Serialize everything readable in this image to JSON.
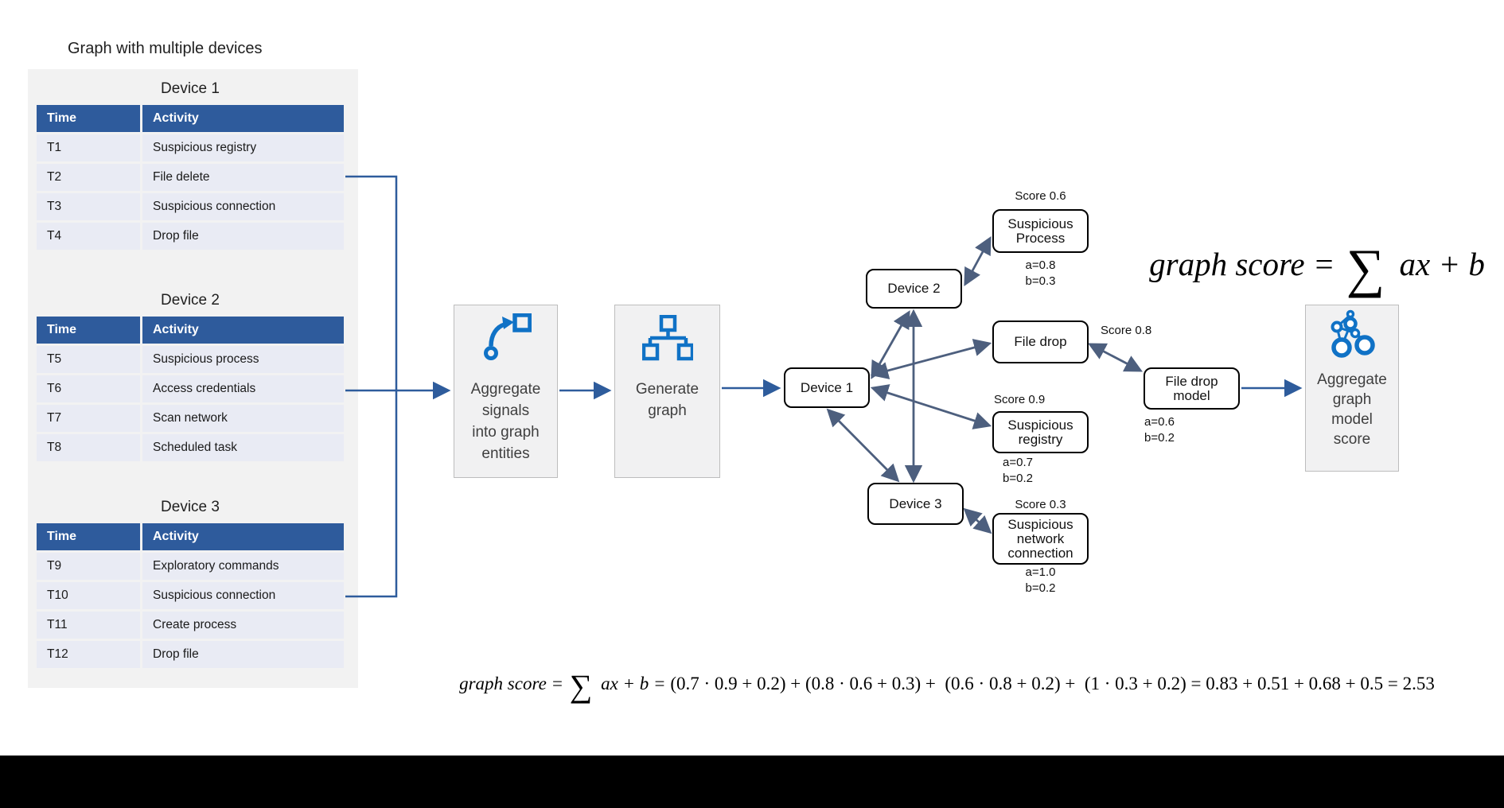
{
  "title": "Graph with multiple devices",
  "tables": [
    {
      "device": "Device 1",
      "col_time": "Time",
      "col_activity": "Activity",
      "rows": [
        {
          "time": "T1",
          "activity": "Suspicious registry"
        },
        {
          "time": "T2",
          "activity": "File delete"
        },
        {
          "time": "T3",
          "activity": "Suspicious connection"
        },
        {
          "time": "T4",
          "activity": "Drop file"
        }
      ]
    },
    {
      "device": "Device 2",
      "col_time": "Time",
      "col_activity": "Activity",
      "rows": [
        {
          "time": "T5",
          "activity": "Suspicious process"
        },
        {
          "time": "T6",
          "activity": "Access credentials"
        },
        {
          "time": "T7",
          "activity": "Scan network"
        },
        {
          "time": "T8",
          "activity": "Scheduled task"
        }
      ]
    },
    {
      "device": "Device 3",
      "col_time": "Time",
      "col_activity": "Activity",
      "rows": [
        {
          "time": "T9",
          "activity": "Exploratory commands"
        },
        {
          "time": "T10",
          "activity": "Suspicious connection"
        },
        {
          "time": "T11",
          "activity": "Create process"
        },
        {
          "time": "T12",
          "activity": "Drop file"
        }
      ]
    }
  ],
  "process": {
    "aggregate_signals": "Aggregate\nsignals\ninto graph\nentities",
    "generate_graph": "Generate\ngraph",
    "aggregate_model": "Aggregate\ngraph\nmodel\nscore"
  },
  "graph": {
    "device1": "Device 1",
    "device2": "Device 2",
    "device3": "Device 3",
    "suspicious_process": {
      "label": "Suspicious Process",
      "score": "Score 0.6",
      "a": "a=0.8",
      "b": "b=0.3"
    },
    "file_drop": {
      "label": "File drop",
      "score": "Score 0.8"
    },
    "suspicious_registry": {
      "label": "Suspicious registry",
      "score": "Score 0.9",
      "a": "a=0.7",
      "b": "b=0.2"
    },
    "suspicious_network_connection": {
      "label": "Suspicious network connection",
      "score": "Score 0.3",
      "a": "a=1.0",
      "b": "b=0.2"
    },
    "file_drop_model": {
      "label": "File drop model",
      "a": "a=0.6",
      "b": "b=0.2"
    }
  },
  "formulas": {
    "top": {
      "lhs": "graph score = ",
      "sigma": "∑",
      "rhs": " ax + b"
    },
    "bottom": {
      "lhs": "graph score = ",
      "sigma": "∑",
      "mid": " ax + b = ",
      "rest": "(0.7 · 0.9 + 0.2) + (0.8 · 0.6 + 0.3) +  (0.6 · 0.8 + 0.2) +  (1 · 0.3 + 0.2) = 0.83 + 0.51 + 0.68 + 0.5 = 2.53"
    }
  },
  "colors": {
    "accent_blue": "#2E5C9C",
    "edge_slate": "#4D5F7E",
    "table_header_blue": "#2E5B9C",
    "row_lavender": "#E9EBF4",
    "icon_blue": "#1072C6",
    "panel_gray": "#F2F2F2"
  }
}
